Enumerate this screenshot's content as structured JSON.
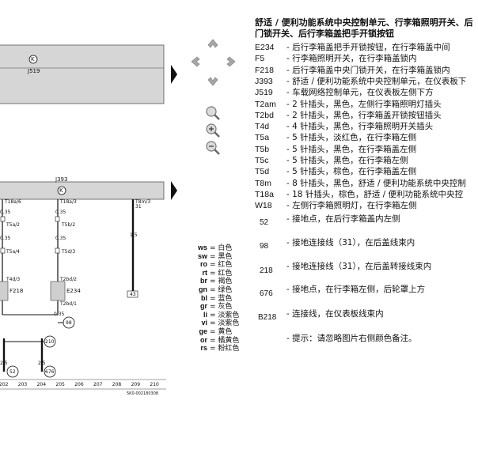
{
  "title": {
    "line1": "舒适 / 便利功能系统中央控制单元、行李箱照明开关、后",
    "line2": "门锁开关、后行李箱盖把手开锁按钮"
  },
  "key_items": [
    {
      "code": "E234",
      "desc": "- 后行李箱盖把手开锁按钮，在行李箱盖中间"
    },
    {
      "code": "F5",
      "desc": "- 行李箱照明开关，在行李箱盖锁内"
    },
    {
      "code": "F218",
      "desc": "- 后行李箱盖中央门锁开关，在行李箱盖锁内"
    },
    {
      "code": "J393",
      "desc": "- 舒适 / 便利功能系统中央控制单元，在仪表板下"
    },
    {
      "code": "J519",
      "desc": "- 车载网络控制单元，在仪表板左侧下方"
    },
    {
      "code": "T2am",
      "desc": "- 2 针插头，黑色，左侧行李箱照明灯插头"
    },
    {
      "code": "T2bd",
      "desc": "- 2 针插头，黑色，行李箱盖开锁按钮插头"
    },
    {
      "code": "T4d",
      "desc": "- 4 针插头，黑色，行李箱照明开关插头"
    },
    {
      "code": "T5a",
      "desc": "- 5 针插头，淡红色，在行李箱左侧"
    },
    {
      "code": "T5b",
      "desc": "- 5 针插头，黑色，在行李箱盖左侧"
    },
    {
      "code": "T5c",
      "desc": "- 5 针插头，黑色，在行李箱左侧"
    },
    {
      "code": "T5d",
      "desc": "- 5 针插头，棕色，在行李箱盖左侧"
    },
    {
      "code": "T8m",
      "desc": "- 8 针插头，黑色，舒适 / 便利功能系统中央控制"
    },
    {
      "code": "T18a",
      "desc": "- 18 针插头，棕色，舒适 / 便利功能系统中央控"
    },
    {
      "code": "W18",
      "desc": "- 左侧行李箱照明灯，在行李箱左侧"
    }
  ],
  "ground_items": [
    {
      "code": "52",
      "desc": "- 接地点，在后行李箱盖内左侧"
    },
    {
      "code": "98",
      "desc": "- 接地连接线（31），在后盖线束内"
    },
    {
      "code": "218",
      "desc": "- 接地连接线（31），在后盖转接线束内"
    },
    {
      "code": "676",
      "desc": "- 接地点，在行李箱左侧，后轮罩上方"
    },
    {
      "code": "B218",
      "desc": "- 连接线，在仪表板线束内"
    },
    {
      "code": "",
      "desc": "- 提示：请忽略图片右侧颜色备注。"
    }
  ],
  "color_legend": [
    {
      "code": "ws",
      "name": "= 白色"
    },
    {
      "code": "sw",
      "name": "= 黑色"
    },
    {
      "code": "ro",
      "name": "= 红色"
    },
    {
      "code": "rt",
      "name": "= 红色"
    },
    {
      "code": "br",
      "name": "= 褐色"
    },
    {
      "code": "gn",
      "name": "= 绿色"
    },
    {
      "code": "bl",
      "name": "= 蓝色"
    },
    {
      "code": "gr",
      "name": "= 灰色"
    },
    {
      "code": "li",
      "name": "= 淡紫色"
    },
    {
      "code": "vi",
      "name": "= 淡紫色"
    },
    {
      "code": "ge",
      "name": "= 黄色"
    },
    {
      "code": "or",
      "name": "= 橘黄色"
    },
    {
      "code": "rs",
      "name": "= 粉红色"
    }
  ],
  "diagram": {
    "j519_label": "J519",
    "j393_label": "J393",
    "k_symbol": "K",
    "pin_labels": {
      "t18a6": "T18a/6",
      "t18a3": "T18a/3",
      "t8m3": "T8m/3",
      "t8m31": "31",
      "p1": "0.35",
      "p2": "0.35",
      "t5a2": "T5a/2",
      "t5b2": "T5b/2",
      "t5a4": "T5a/4",
      "t5d3": "T5d/3",
      "p3": "0.35",
      "p4": "0.35",
      "t4d3": "T4d/3",
      "t2bd2": "T2bd/2",
      "t2bd1": "T2bd/1",
      "p5": "1.5",
      "p6": "0.35",
      "p7": "2.5",
      "p8": "2.5"
    },
    "components": {
      "f218": "F218",
      "e234": "E234"
    },
    "circle_labels": {
      "c98": "98",
      "c210": "210",
      "c52": "52",
      "c676": "676",
      "c43": "43"
    },
    "column_numbers": [
      "202",
      "203",
      "204",
      "205",
      "206",
      "207",
      "208",
      "209",
      "210"
    ],
    "figure_id": "5K0-002180308"
  },
  "navigation": {
    "pan_up": "pan-up-icon",
    "pan_down": "pan-down-icon",
    "pan_left": "pan-left-icon",
    "pan_right": "pan-right-icon",
    "zoom_fit": "zoom-fit-icon",
    "zoom_in": "zoom-in-icon",
    "zoom_out": "zoom-out-icon"
  }
}
